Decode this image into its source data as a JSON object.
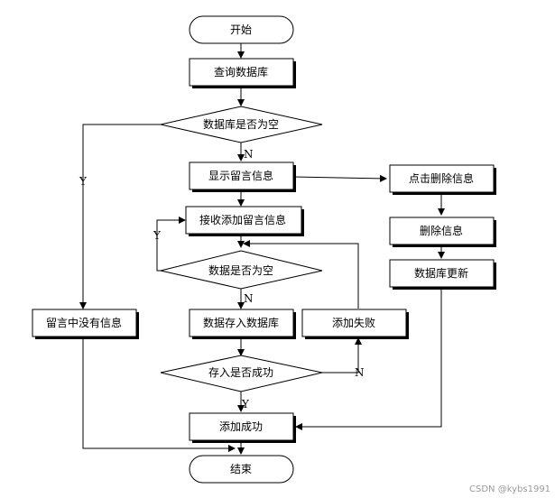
{
  "nodes": {
    "start": "开始",
    "query_db": "查询数据库",
    "db_empty_check": "数据库是否为空",
    "show_messages": "显示留言信息",
    "receive_add": "接收添加留言信息",
    "data_empty_check": "数据是否为空",
    "store_db": "数据存入数据库",
    "add_fail": "添加失败",
    "store_success_check": "存入是否成功",
    "add_success": "添加成功",
    "end": "结束",
    "no_messages": "留言中没有信息",
    "click_delete": "点击删除信息",
    "delete_info": "删除信息",
    "db_update": "数据库更新"
  },
  "edge_labels": {
    "db_empty_yes": "Y",
    "db_empty_no": "N",
    "data_empty_yes": "Y",
    "data_empty_no": "N",
    "store_fail": "N",
    "store_ok": "Y"
  },
  "watermark": "CSDN @kybs1991"
}
